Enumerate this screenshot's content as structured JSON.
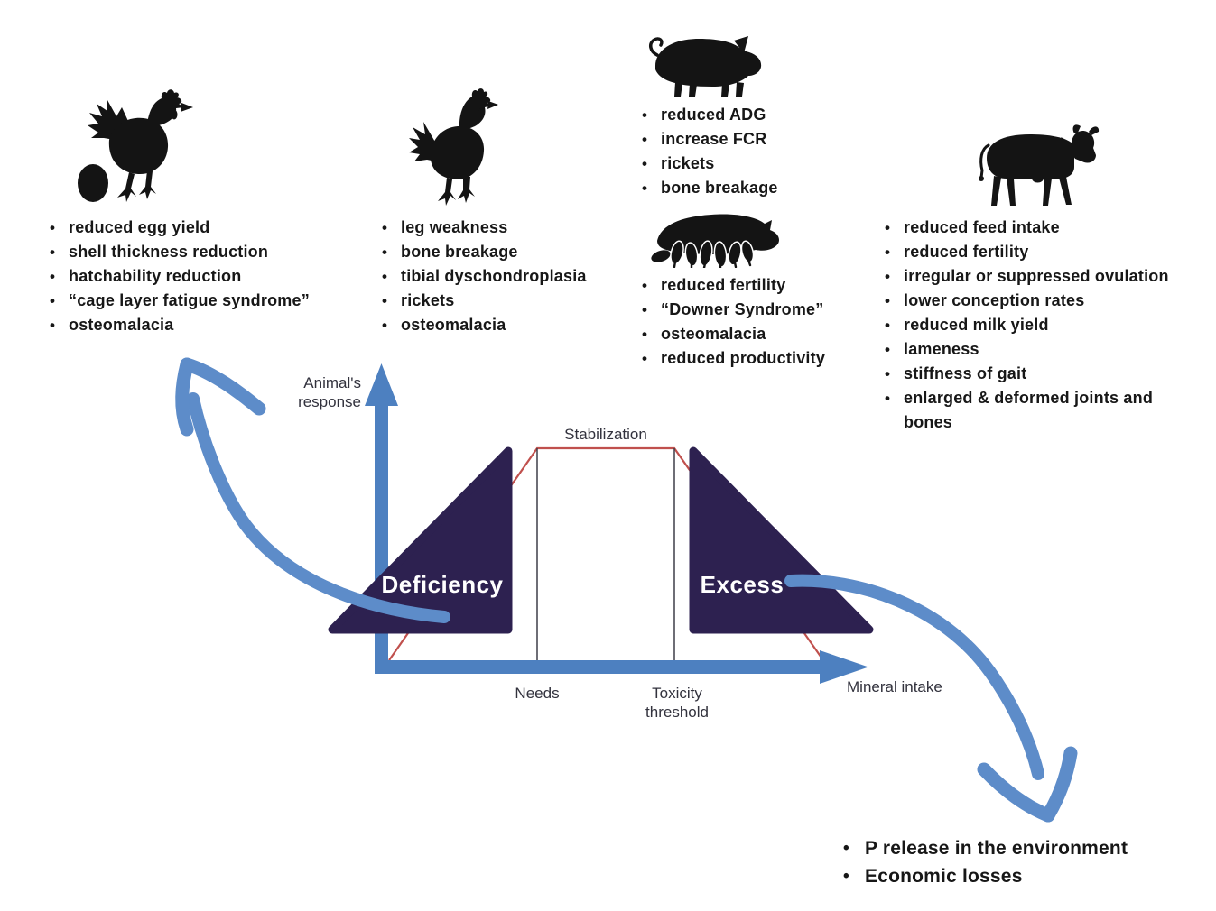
{
  "figure": {
    "y_axis_label": "Animal's response",
    "x_axis_label": "Mineral intake",
    "plateau_label": "Stabilization",
    "deficiency_zone_label": "Deficiency",
    "excess_zone_label": "Excess",
    "needs_label": "Needs",
    "toxicity_threshold_label": "Toxicity threshold",
    "colors": {
      "axis_blue": "#4d80c0",
      "curved_arrow_blue": "#5d8cc9",
      "zone_purple": "#2d2150",
      "response_line_red": "#c0504d",
      "threshold_line_gray": "#3f3f49",
      "silhouette_black": "#141414",
      "list_text": "#171717",
      "label_text": "#32323d"
    }
  },
  "groups": {
    "laying_hen": {
      "icon": "hen-with-egg-icon",
      "items": [
        "reduced egg yield",
        "shell thickness reduction",
        "hatchability reduction",
        "“cage layer fatigue syndrome”",
        "osteomalacia"
      ]
    },
    "broiler_chicken": {
      "icon": "chicken-icon",
      "items": [
        "leg weakness",
        "bone breakage",
        "tibial dyschondroplasia",
        "rickets",
        "osteomalacia"
      ]
    },
    "growing_pig": {
      "icon": "pig-icon",
      "items": [
        "reduced ADG",
        "increase FCR",
        "rickets",
        "bone breakage"
      ]
    },
    "sow": {
      "icon": "sow-with-piglets-icon",
      "items": [
        "reduced fertility",
        "“Downer Syndrome”",
        "osteomalacia",
        "reduced productivity"
      ]
    },
    "cow": {
      "icon": "cow-icon",
      "items": [
        "reduced feed intake",
        "reduced fertility",
        "irregular or suppressed ovulation",
        "lower conception rates",
        "reduced milk yield",
        "lameness",
        "stiffness of gait",
        "enlarged & deformed joints and bones"
      ]
    },
    "excess_consequences": {
      "items": [
        "P release in the environment",
        "Economic losses"
      ]
    }
  }
}
